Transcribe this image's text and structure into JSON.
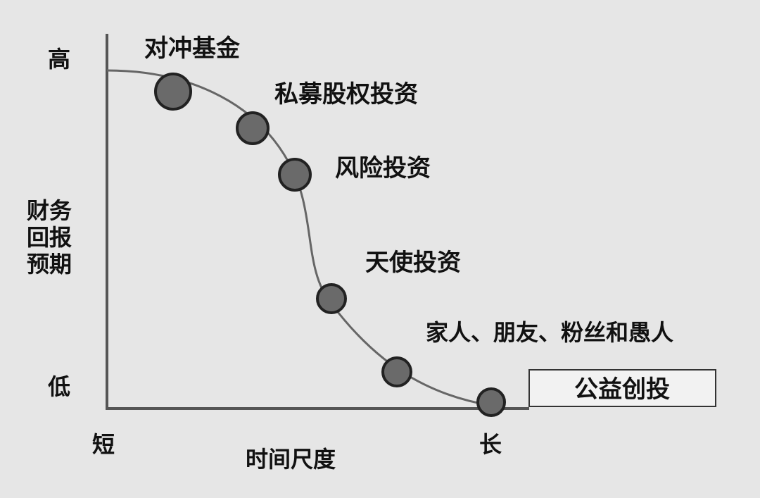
{
  "y_axis": {
    "high_label": "高",
    "low_label": "低",
    "title_lines": [
      "财务",
      "回报",
      "预期"
    ]
  },
  "x_axis": {
    "short_label": "短",
    "long_label": "长",
    "title": "时间尺度"
  },
  "stages": [
    {
      "name": "对冲基金"
    },
    {
      "name": "私募股权投资"
    },
    {
      "name": "风险投资"
    },
    {
      "name": "天使投资"
    },
    {
      "name": "家人、朋友、粉丝和愚人"
    },
    {
      "name": "公益创投",
      "boxed": true
    }
  ],
  "colors": {
    "background": "#e6e6e6",
    "axis": "#555555",
    "curve": "#666666",
    "dot_fill": "#6a6a6a",
    "dot_stroke": "#222222",
    "text": "#111111"
  }
}
